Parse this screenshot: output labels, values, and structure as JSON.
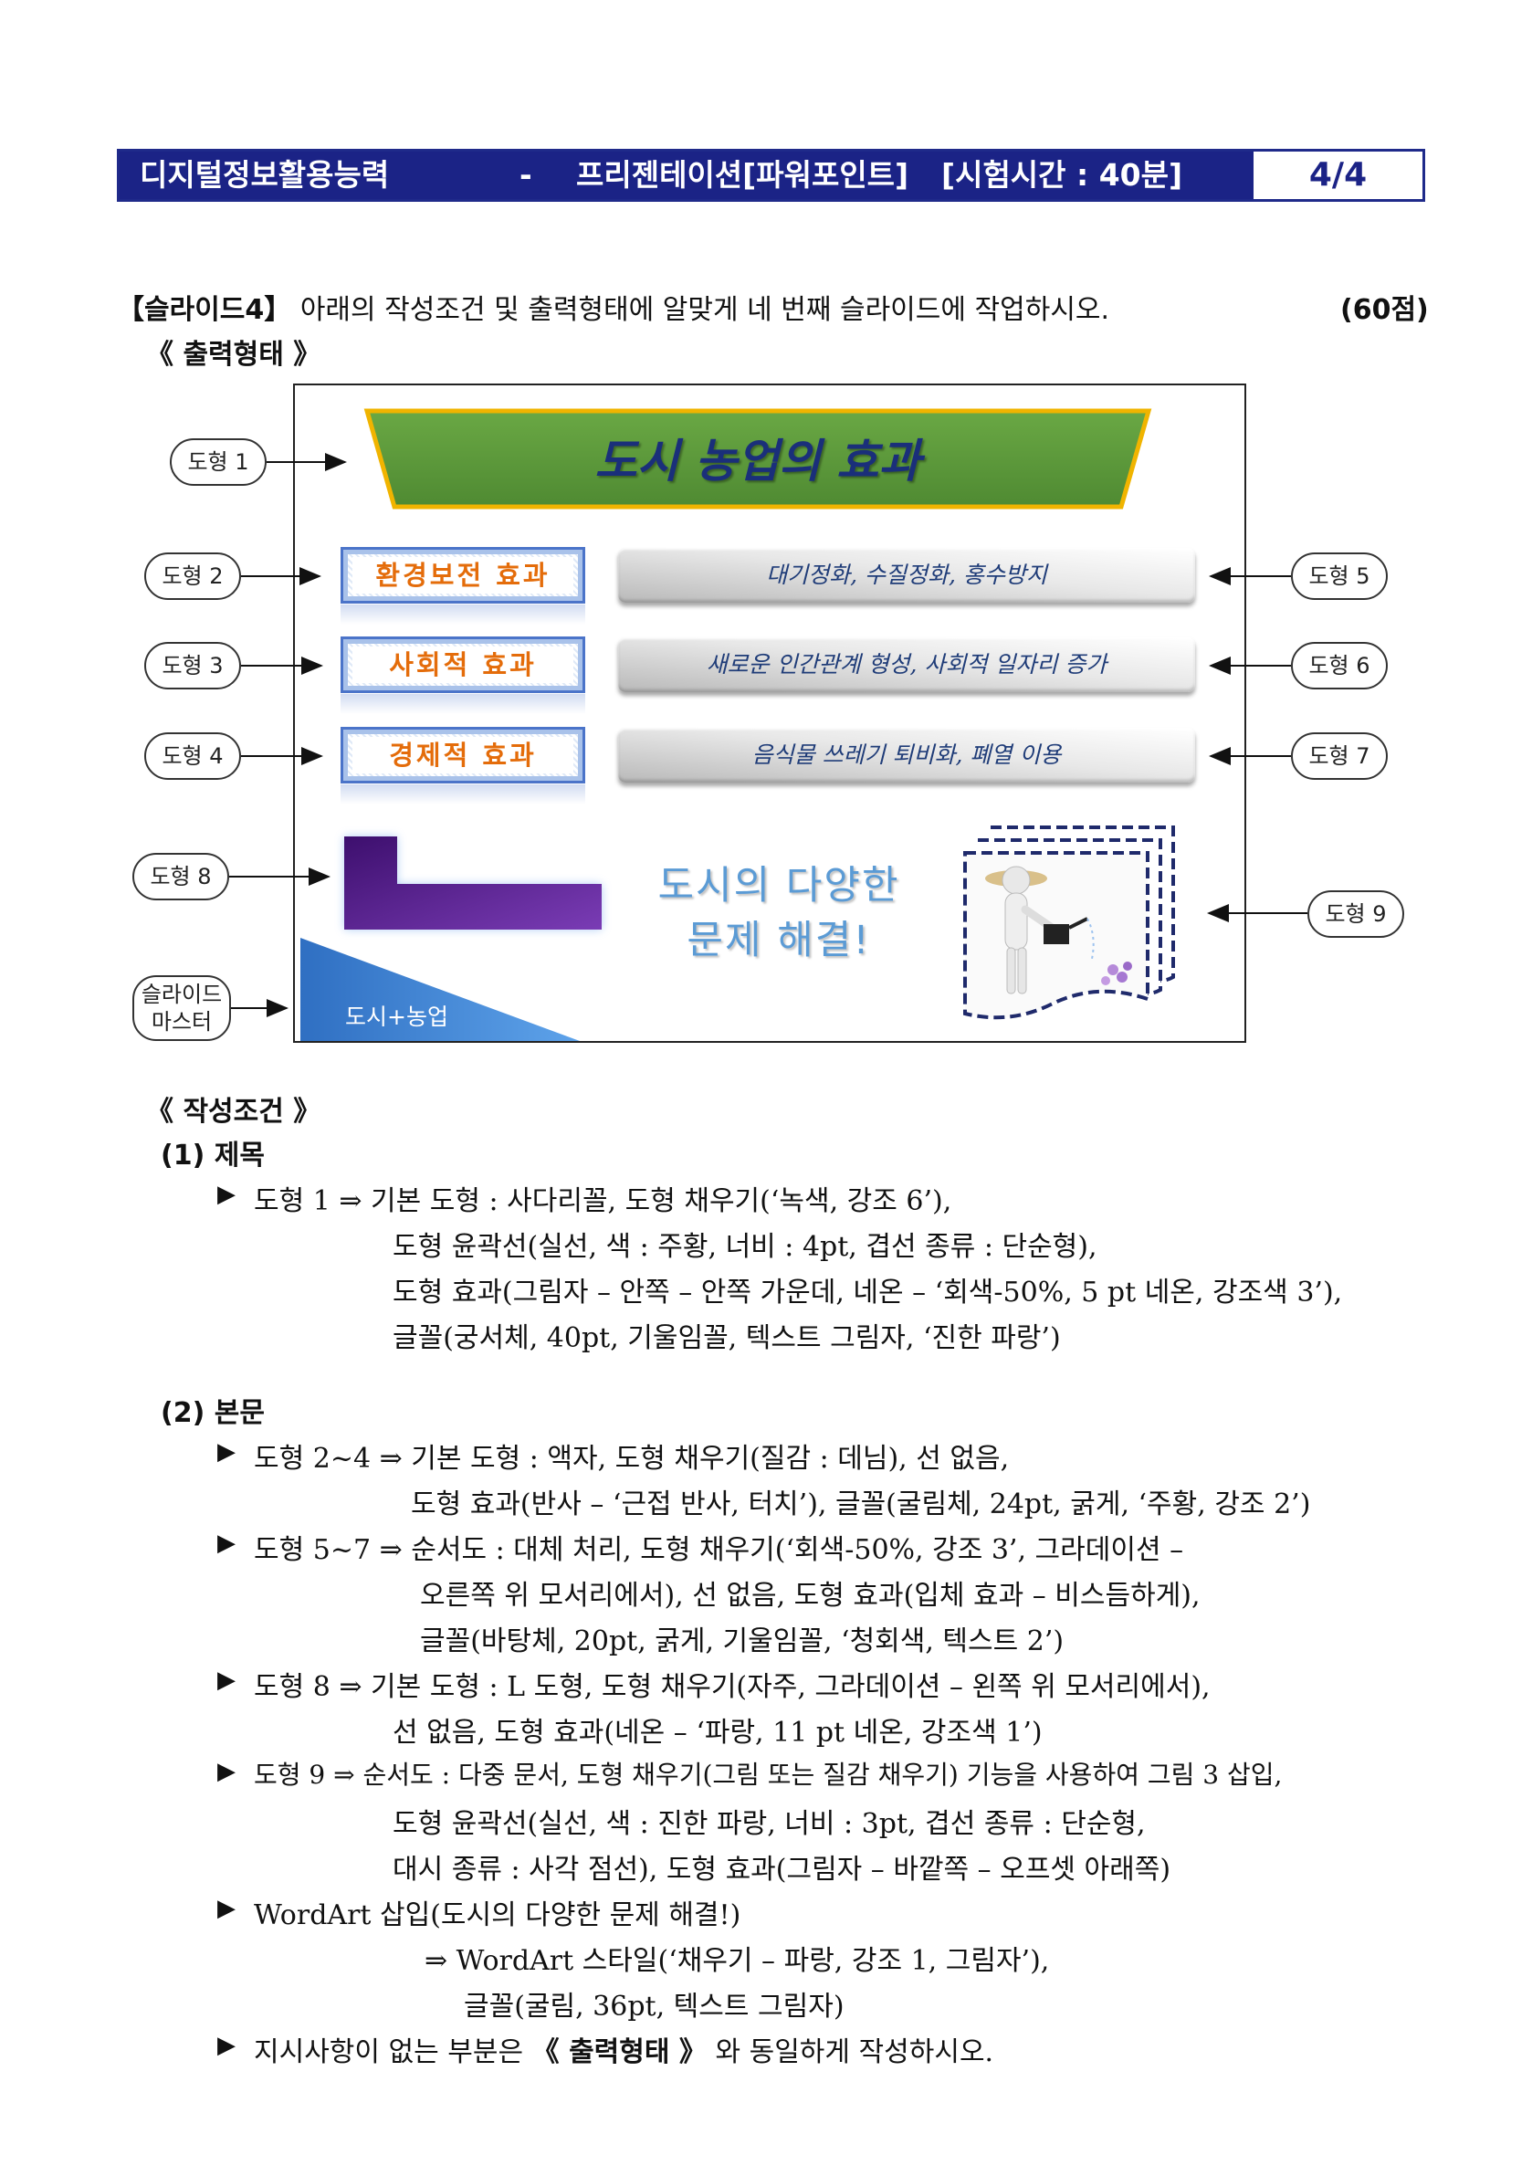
{
  "header": {
    "subject": "디지털정보활용능력",
    "dash": "-",
    "course": "프리젠테이션[파워포인트]",
    "time": "[시험시간 : 40분]",
    "page": "4/4"
  },
  "instruction": {
    "lead": "【슬라이드4】",
    "text": "아래의 작성조건 및 출력형태에 알맞게 네 번째 슬라이드에 작업하시오.",
    "points": "(60점)"
  },
  "output_heading": "《 출력형태 》",
  "slide": {
    "title": "도시 농업의 효과",
    "effects": [
      "환경보전 효과",
      "사회적 효과",
      "경제적 효과"
    ],
    "descriptions": [
      "대기정화, 수질정화, 홍수방지",
      "새로운 인간관계 형성, 사회적 일자리 증가",
      "음식물 쓰레기 퇴비화, 폐열 이용"
    ],
    "wordart_line1": "도시의 다양한",
    "wordart_line2": "문제 해결!",
    "master_text": "도시+농업",
    "colors": {
      "title_fill": "#5b9a3c",
      "title_outline": "#f0b400",
      "effect_text": "#e46c0a",
      "desc_text": "#1f3c78",
      "l_shape": "#5a1e96",
      "wordart": "#5b9bd5",
      "master_triangle": "#3a7fd0"
    }
  },
  "callouts": {
    "c1": "도형 1",
    "c2": "도형 2",
    "c3": "도형 3",
    "c4": "도형 4",
    "c5": "도형 5",
    "c6": "도형 6",
    "c7": "도형 7",
    "c8": "도형 8",
    "c9": "도형 9",
    "master_line1": "슬라이드",
    "master_line2": "마스터"
  },
  "conditions_heading": "《 작성조건 》",
  "section1": "(1) 제목",
  "section2": "(2) 본문",
  "conditions": {
    "s1_l1": "도형 1 ⇒ 기본 도형 : 사다리꼴, 도형 채우기(‘녹색, 강조 6’),",
    "s1_l2": "도형 윤곽선(실선, 색 : 주황, 너비 : 4pt, 겹선 종류 : 단순형),",
    "s1_l3": "도형 효과(그림자 – 안쪽 – 안쪽 가운데, 네온 – ‘회색-50%, 5 pt 네온, 강조색 3’),",
    "s1_l4": "글꼴(궁서체, 40pt, 기울임꼴, 텍스트 그림자, ‘진한 파랑’)",
    "s2_a1": "도형 2~4 ⇒ 기본 도형 : 액자, 도형 채우기(질감 : 데님), 선 없음,",
    "s2_a2": "도형 효과(반사 – ‘근접 반사, 터치’), 글꼴(굴림체, 24pt, 굵게, ‘주황, 강조 2’)",
    "s2_b1": "도형 5~7 ⇒ 순서도 : 대체 처리, 도형 채우기(‘회색-50%, 강조 3’, 그라데이션 –",
    "s2_b2": "오른쪽 위 모서리에서), 선 없음, 도형 효과(입체 효과 – 비스듬하게),",
    "s2_b3": "글꼴(바탕체, 20pt, 굵게, 기울임꼴, ‘청회색, 텍스트 2’)",
    "s2_c1": "도형 8 ⇒ 기본 도형 : L 도형, 도형 채우기(자주, 그라데이션 – 왼쪽 위 모서리에서),",
    "s2_c2": "선 없음, 도형 효과(네온 – ‘파랑, 11 pt 네온, 강조색 1’)",
    "s2_d1": "도형 9 ⇒ 순서도 : 다중 문서, 도형 채우기(그림 또는 질감 채우기) 기능을 사용하여 그림 3 삽입,",
    "s2_d2": "도형 윤곽선(실선, 색 : 진한 파랑, 너비 : 3pt, 겹선 종류 : 단순형,",
    "s2_d3": "대시 종류 : 사각 점선), 도형 효과(그림자 – 바깥쪽 – 오프셋 아래쪽)",
    "s2_e1": "WordArt 삽입(도시의 다양한 문제 해결!)",
    "s2_e2": "⇒ WordArt 스타일(‘채우기 – 파랑, 강조 1, 그림자’),",
    "s2_e3": "글꼴(굴림, 36pt, 텍스트 그림자)",
    "s2_f1a": "지시사항이 없는 부분은",
    "s2_f1b": "《 출력형태 》",
    "s2_f1c": "와 동일하게 작성하시오."
  },
  "bullet": "▶"
}
